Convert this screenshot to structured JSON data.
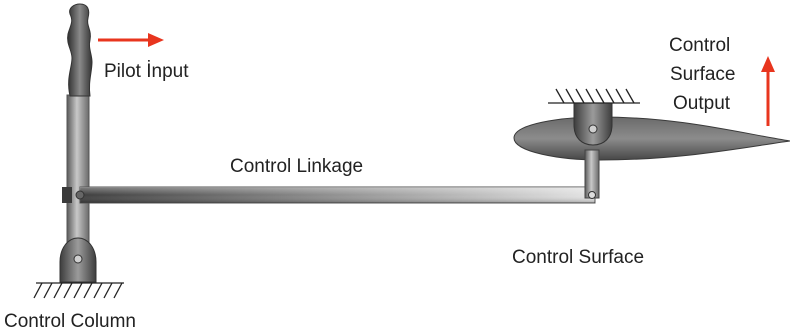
{
  "labels": {
    "pilot_input": "Pilot İnput",
    "control_linkage": "Control Linkage",
    "control_surface": "Control Surface",
    "control_column": "Control Column",
    "control_surface_output": [
      "Control",
      "Surface",
      "Output"
    ]
  },
  "colors": {
    "arrow": "#e8351e",
    "metal_dark": "#4a4a4a",
    "metal_light": "#bdbdbd",
    "airfoil": "#555555",
    "text": "#222222"
  },
  "icons": {
    "pilot_arrow": "arrow-right-icon",
    "output_arrow": "arrow-up-icon",
    "ground_hatch": "ground-hatch-icon"
  }
}
